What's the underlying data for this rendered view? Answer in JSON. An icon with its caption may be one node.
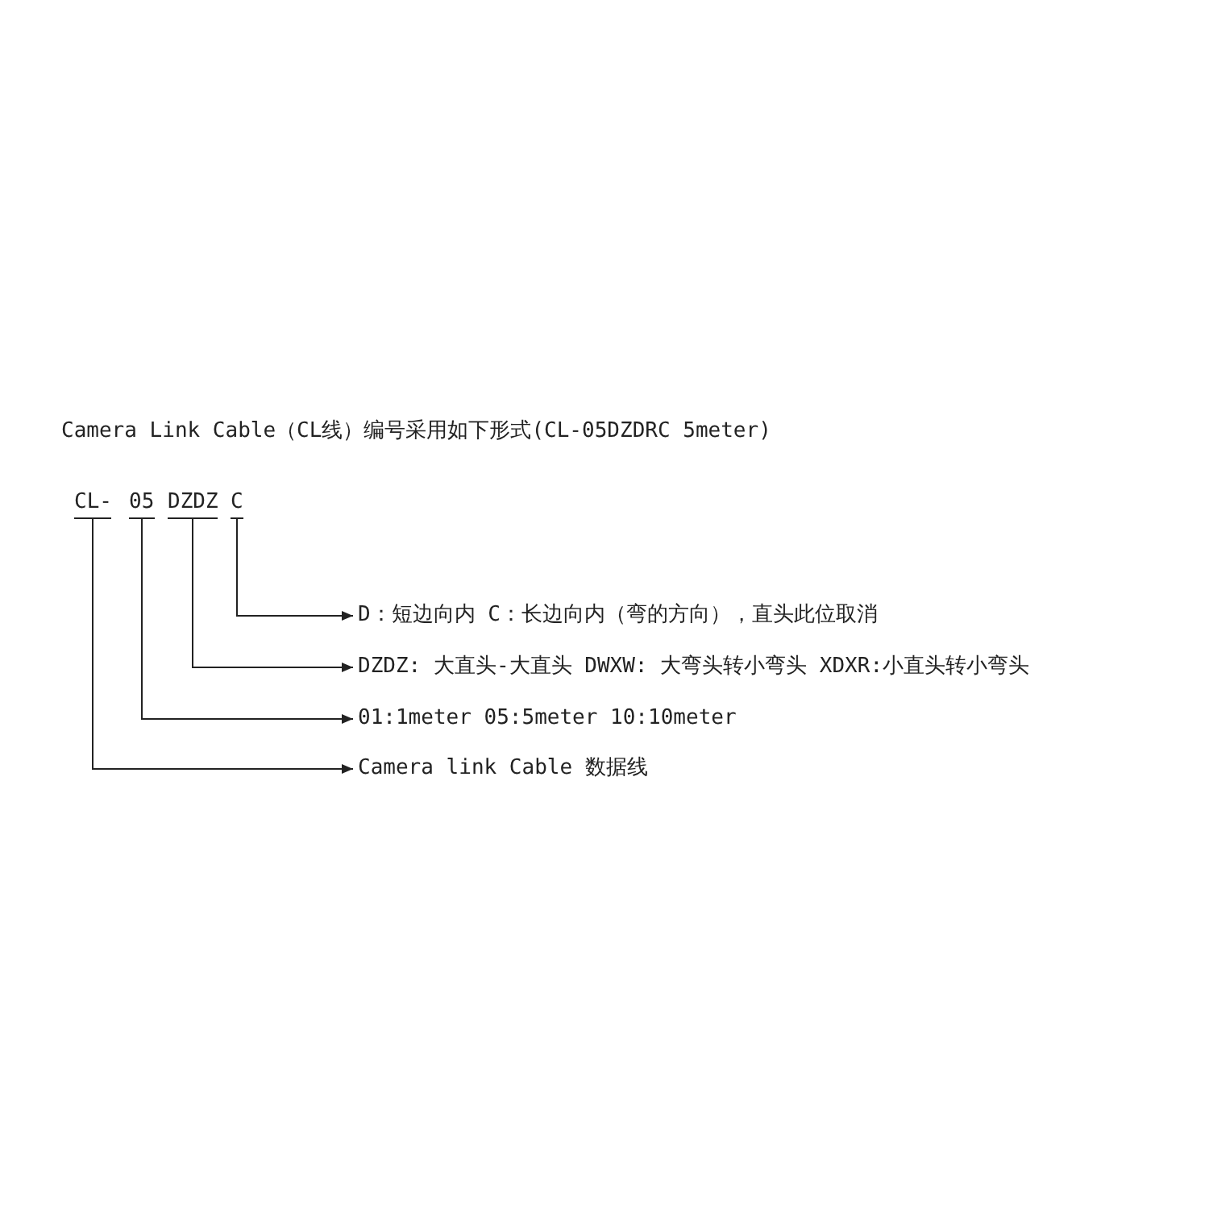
{
  "diagram": {
    "title": "Camera Link Cable（CL线）编号采用如下形式(CL-05DZDRC  5meter)",
    "nodes": [
      {
        "text": [
          "CL-"
        ]
      },
      {
        "text": [
          "05"
        ]
      },
      {
        "text": [
          "DZDZ"
        ]
      },
      {
        "text": [
          "C"
        ]
      },
      {
        "text": [
          "D：短边向内 C：长边向内（弯的方向），直头此位取消"
        ]
      },
      {
        "text": [
          "DZDZ: 大直头-大直头 DWXW: 大弯头转小弯头 XDXR:小直头转小弯头"
        ]
      },
      {
        "text": [
          "01:1meter  05:5meter 10:10meter"
        ]
      },
      {
        "text": [
          "Camera link Cable 数据线"
        ]
      }
    ],
    "edges": [
      {
        "from": 3,
        "to": 4,
        "arrow": "to"
      },
      {
        "from": 2,
        "to": 5,
        "arrow": "to"
      },
      {
        "from": 1,
        "to": 6,
        "arrow": "to"
      },
      {
        "from": 0,
        "to": 7,
        "arrow": "to"
      }
    ]
  }
}
